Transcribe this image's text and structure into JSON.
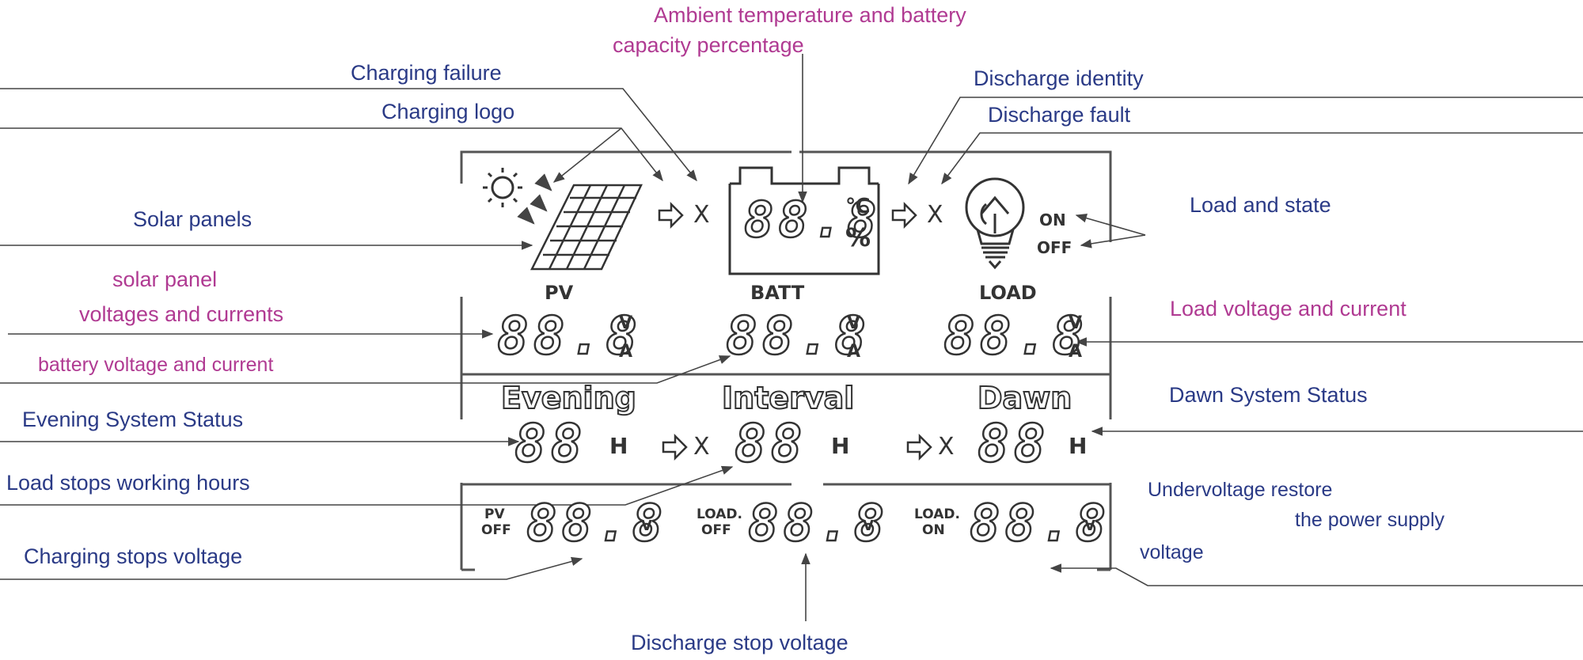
{
  "annotations": {
    "ambient_line1": "Ambient temperature  and battery",
    "ambient_line2": "capacity percentage",
    "charging_failure": "Charging failure",
    "charging_logo": "Charging logo",
    "solar_panels": "Solar panels",
    "solar_vc_line1": "solar panel",
    "solar_vc_line2": "voltages and currents",
    "battery_vc": "battery voltage and current",
    "evening_status": "Evening System Status",
    "load_stop_hours": "Load stops working hours",
    "charging_stop_voltage": "Charging stops voltage",
    "discharge_identity": "Discharge identity",
    "discharge_fault": "Discharge fault",
    "load_state": "Load  and state",
    "load_vc": "Load voltage and current",
    "dawn_status": "Dawn System Status",
    "uv_line1": "Undervoltage restore",
    "uv_line2": "the power supply",
    "uv_line3": "voltage",
    "discharge_stop": "Discharge stop voltage"
  },
  "lcd": {
    "pv": "PV",
    "batt": "BATT",
    "load": "LOAD",
    "evening": "Evening",
    "interval": "Interval",
    "dawn": "Dawn",
    "on": "ON",
    "off": "OFF",
    "celsius": "℃",
    "percent": "%",
    "unit_v": "V",
    "unit_a": "A",
    "unit_h": "H",
    "x_mark": "X",
    "seg3": "88.8",
    "seg2": "88",
    "pv_off_1": "PV",
    "pv_off_2": "OFF",
    "load_off_1": "LOAD.",
    "load_off_2": "OFF",
    "load_on_1": "LOAD.",
    "load_on_2": "ON"
  }
}
